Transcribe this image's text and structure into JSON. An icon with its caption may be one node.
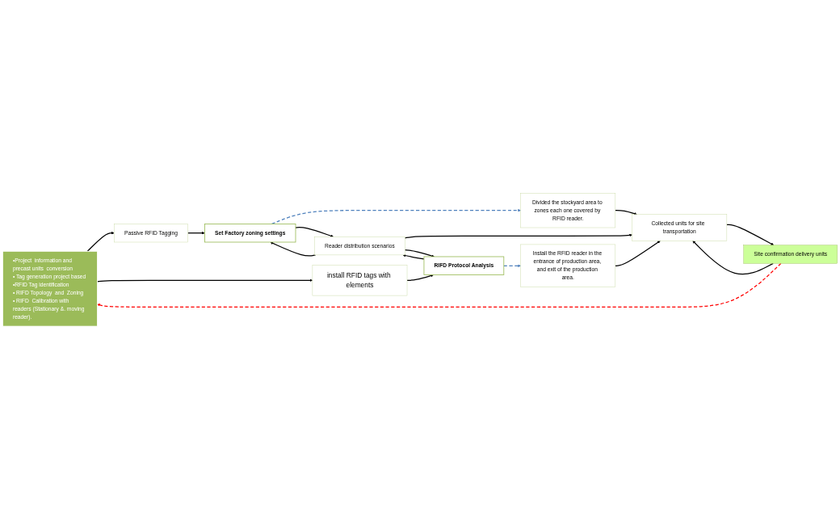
{
  "diagram": {
    "nodes": [
      {
        "text": [
          "•Project  information and precast units  conversion",
          "• Tag generation project based",
          "•RFID Tag identification",
          "• RIFD Topology  and  Zoning",
          "• RIFD  Calibration with readers (Stationary &. moving reader)."
        ]
      },
      {
        "text": [
          "Passive RFID Tagging"
        ]
      },
      {
        "text": [
          "Set Factory zoning settings"
        ]
      },
      {
        "text": [
          "Divided the stockyard area to zones each one covered by RFID reader."
        ]
      },
      {
        "text": [
          "Reader distribution scenarios"
        ]
      },
      {
        "text": [
          "Collected units for site  transportation"
        ]
      },
      {
        "text": [
          "RIFD Protocol Analysis"
        ]
      },
      {
        "text": [
          "Install the RFID reader in the entrance of production area, and exit of the production area."
        ]
      },
      {
        "text": [
          "install RFID tags with elements"
        ]
      },
      {
        "text": [
          "Site confirmation delivery units"
        ]
      }
    ],
    "edges": [
      {
        "from": 0,
        "to": 1,
        "arrow": "to"
      },
      {
        "from": 1,
        "to": 2,
        "arrow": "to"
      },
      {
        "from": 2,
        "to": 3,
        "arrow": "to",
        "style": "dashed",
        "color": "#4f81bd"
      },
      {
        "from": 4,
        "to": 2,
        "arrow": "to"
      },
      {
        "from": 2,
        "to": 4,
        "arrow": "to"
      },
      {
        "from": 3,
        "to": 5,
        "arrow": "to"
      },
      {
        "from": 4,
        "to": 5,
        "arrow": "to"
      },
      {
        "from": 5,
        "to": 9,
        "arrow": "to"
      },
      {
        "from": 9,
        "to": 5,
        "arrow": "to"
      },
      {
        "from": 4,
        "to": 6,
        "arrow": "to"
      },
      {
        "from": 6,
        "to": 4,
        "arrow": "to"
      },
      {
        "from": 6,
        "to": 7,
        "arrow": "to",
        "style": "dashed",
        "color": "#4f81bd"
      },
      {
        "from": 7,
        "to": 5,
        "arrow": "to"
      },
      {
        "from": 0,
        "to": 8,
        "arrow": "to"
      },
      {
        "from": 8,
        "to": 6,
        "arrow": "to"
      },
      {
        "from": 9,
        "to": 0,
        "arrow": "to",
        "style": "dashed",
        "color": "#ff0000"
      }
    ]
  }
}
